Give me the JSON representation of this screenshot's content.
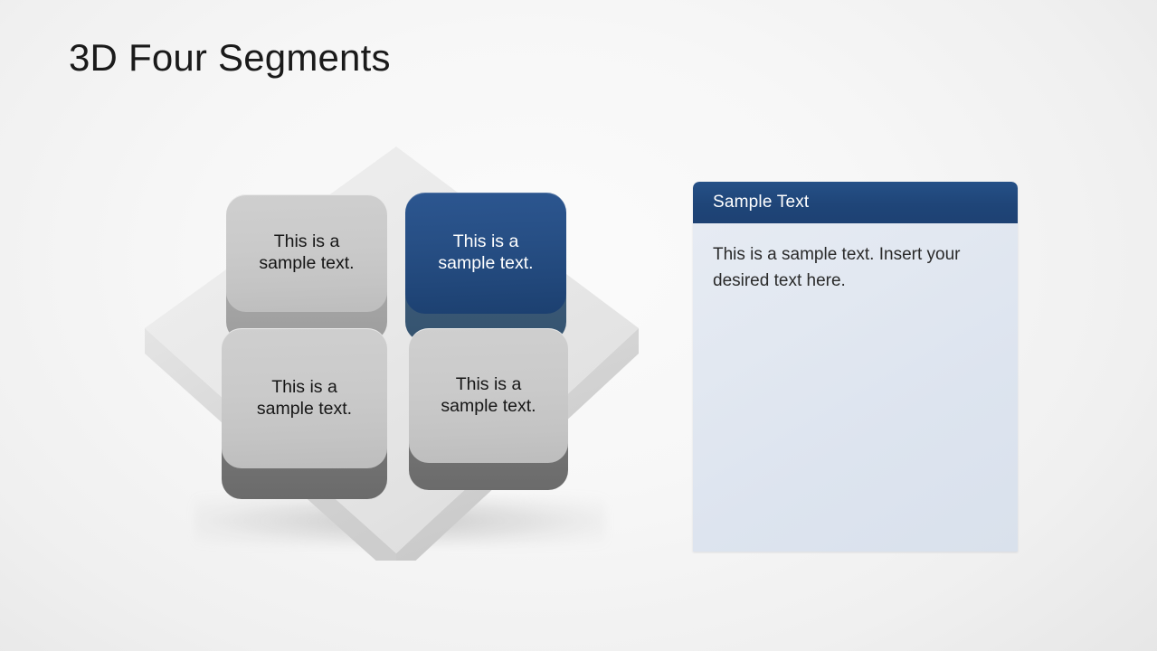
{
  "slide": {
    "title": "3D Four Segments",
    "background_color": "#f4f4f4"
  },
  "diagram": {
    "name": "3d-four-segments-diagram",
    "shape": "diamond",
    "accent_color": "#21477a",
    "neutral_color": "#c8c8c8",
    "segments": [
      {
        "id": "top-left",
        "label": "This is a\nsample text.",
        "line1": "This is a",
        "line2": "sample text.",
        "highlighted": false,
        "color": "#c8c8c8"
      },
      {
        "id": "top-right",
        "label": "This is a\nsample text.",
        "line1": "This is a",
        "line2": "sample text.",
        "highlighted": true,
        "color": "#21477a"
      },
      {
        "id": "bottom-left",
        "label": "This is a\nsample text.",
        "line1": "This is a",
        "line2": "sample text.",
        "highlighted": false,
        "color": "#c8c8c8"
      },
      {
        "id": "bottom-right",
        "label": "This is a\nsample text.",
        "line1": "This is a",
        "line2": "sample text.",
        "highlighted": false,
        "color": "#c8c8c8"
      }
    ]
  },
  "panel": {
    "header": "Sample Text",
    "header_color": "#1f4578",
    "body_color": "#dde4ef",
    "body": "This is a sample text. Insert your desired text here."
  }
}
